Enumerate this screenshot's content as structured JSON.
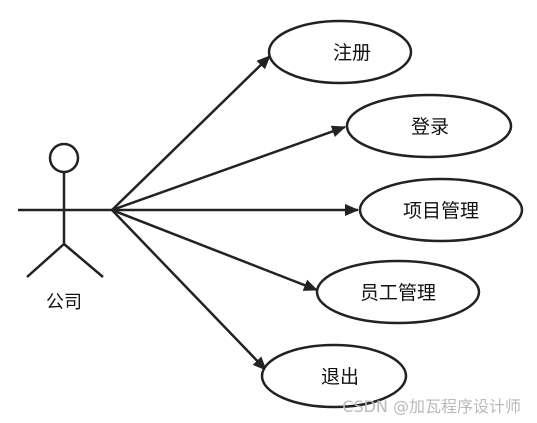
{
  "actor": {
    "label": "公司"
  },
  "use_cases": [
    {
      "label": "注册"
    },
    {
      "label": "登录"
    },
    {
      "label": "项目管理"
    },
    {
      "label": "员工管理"
    },
    {
      "label": "退出"
    }
  ],
  "watermark": "CSDN @加瓦程序设计师",
  "colors": {
    "stroke": "#222222",
    "background": "#ffffff",
    "watermark": "#b9b9b9"
  }
}
